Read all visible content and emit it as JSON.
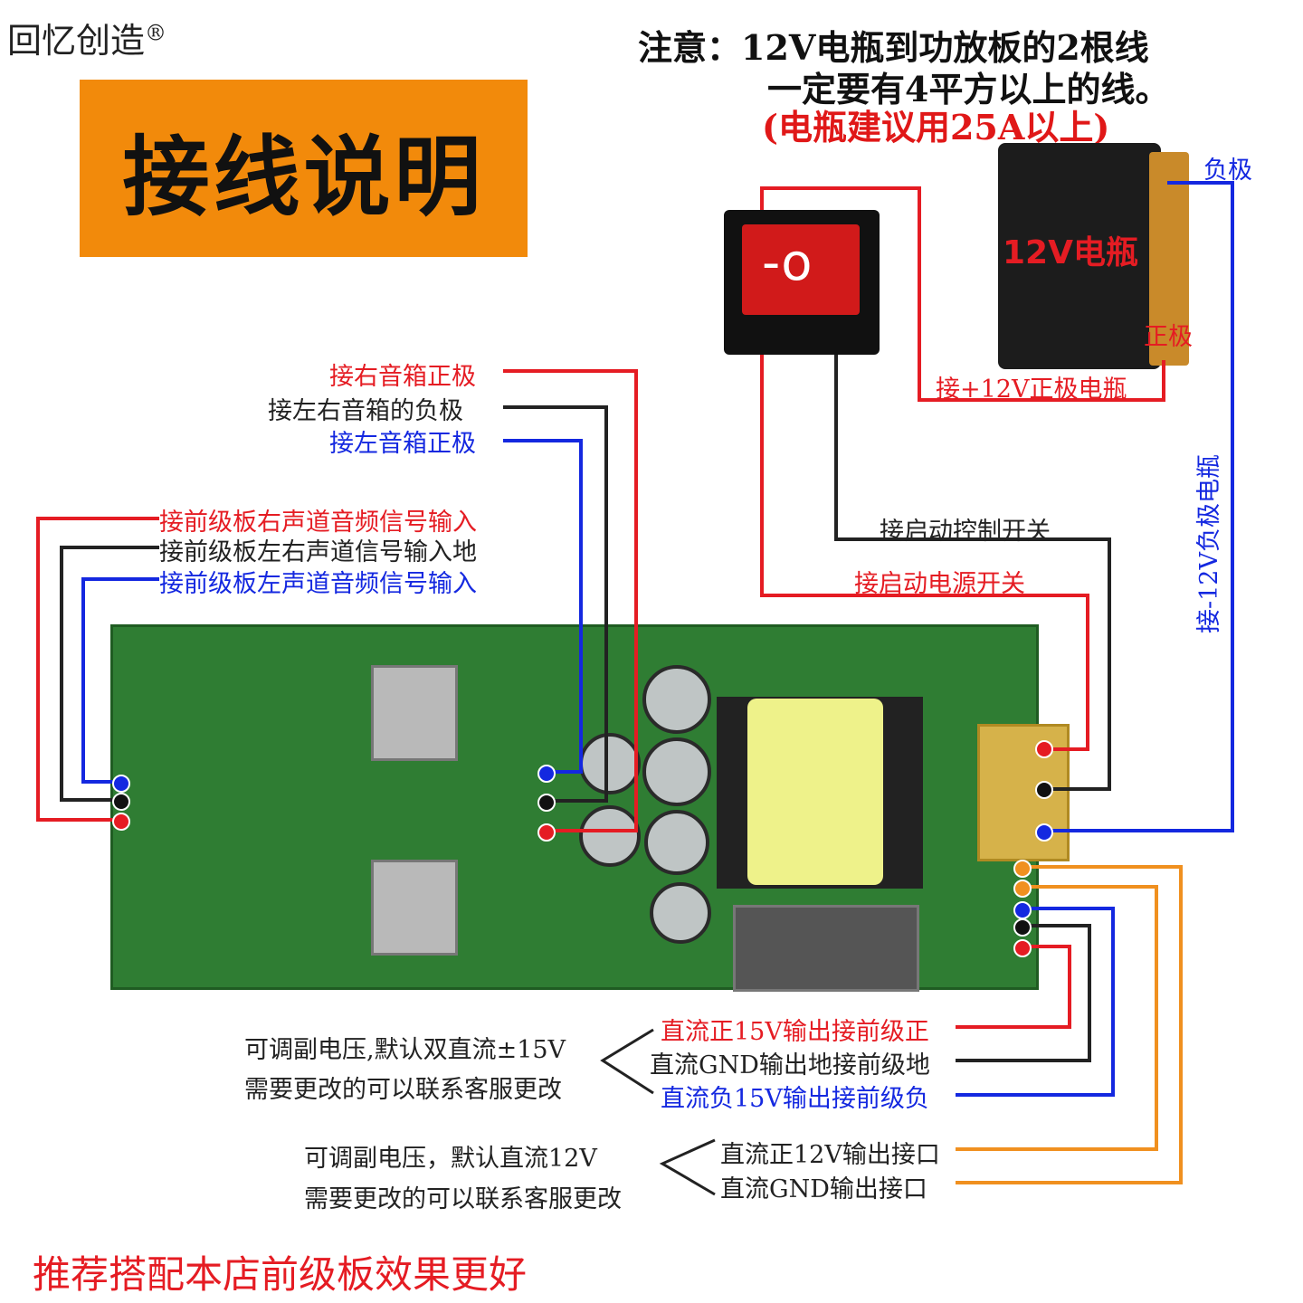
{
  "brand": {
    "name": "回忆创造",
    "mark": "®"
  },
  "title": "接线说明",
  "note": {
    "line1": "注意：12V电瓶到功放板的2根线",
    "line2": "一定要有4平方以上的线。",
    "line3": "(电瓶建议用25A以上)"
  },
  "battery": {
    "label": "12V电瓶",
    "negative": "负极",
    "positive": "正极",
    "pos_wire": "接+12V正极电瓶",
    "neg_wire": "接-12V负极电瓶"
  },
  "switch": {
    "glyph": "-o"
  },
  "speakers": {
    "right_pos": "接右音箱正极",
    "common_neg": "接左右音箱的负极",
    "left_pos": "接左音箱正极"
  },
  "inputs": {
    "right": "接前级板右声道音频信号输入",
    "ground": "接前级板左右声道信号输入地",
    "left": "接前级板左声道音频信号输入"
  },
  "power": {
    "control": "接启动控制开关",
    "power_switch": "接启动电源开关"
  },
  "dc15": {
    "note1": "可调副电压,默认双直流±15V",
    "note2": "需要更改的可以联系客服更改",
    "pos": "直流正15V输出接前级正",
    "gnd": "直流GND输出地接前级地",
    "neg": "直流负15V输出接前级负"
  },
  "dc12": {
    "note1": "可调副电压，默认直流12V",
    "note2": "需要更改的可以联系客服更改",
    "pos": "直流正12V输出接口",
    "gnd": "直流GND输出接口"
  },
  "footer": "推荐搭配本店前级板效果更好",
  "colors": {
    "red": "#e51c23",
    "black": "#222222",
    "blue": "#1428e0",
    "orange": "#f0901f",
    "title_bg": "#f28a0b",
    "pcb": "#2f7d33"
  }
}
